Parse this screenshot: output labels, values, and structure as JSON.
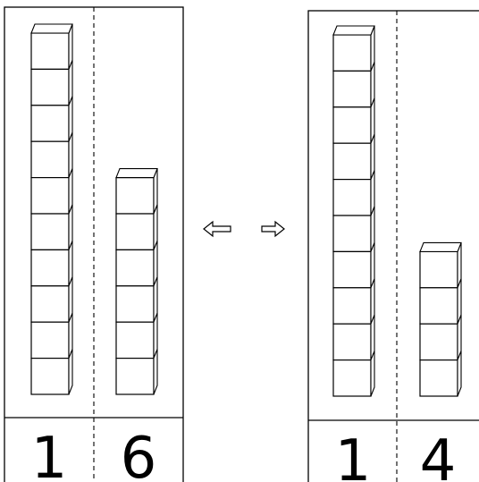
{
  "colors": {
    "stroke": "#000000",
    "cube_shade": "#ffffff",
    "background": "#ffffff"
  },
  "left_card": {
    "tens_label": "1",
    "ones_label": "6",
    "tens_rods": 1,
    "ones_cubes": 6
  },
  "right_card": {
    "tens_label": "1",
    "ones_label": "4",
    "tens_rods": 1,
    "ones_cubes": 4
  },
  "arrows": {
    "left_arrow_icon": "arrow-left-outline-icon",
    "right_arrow_icon": "arrow-right-outline-icon"
  }
}
